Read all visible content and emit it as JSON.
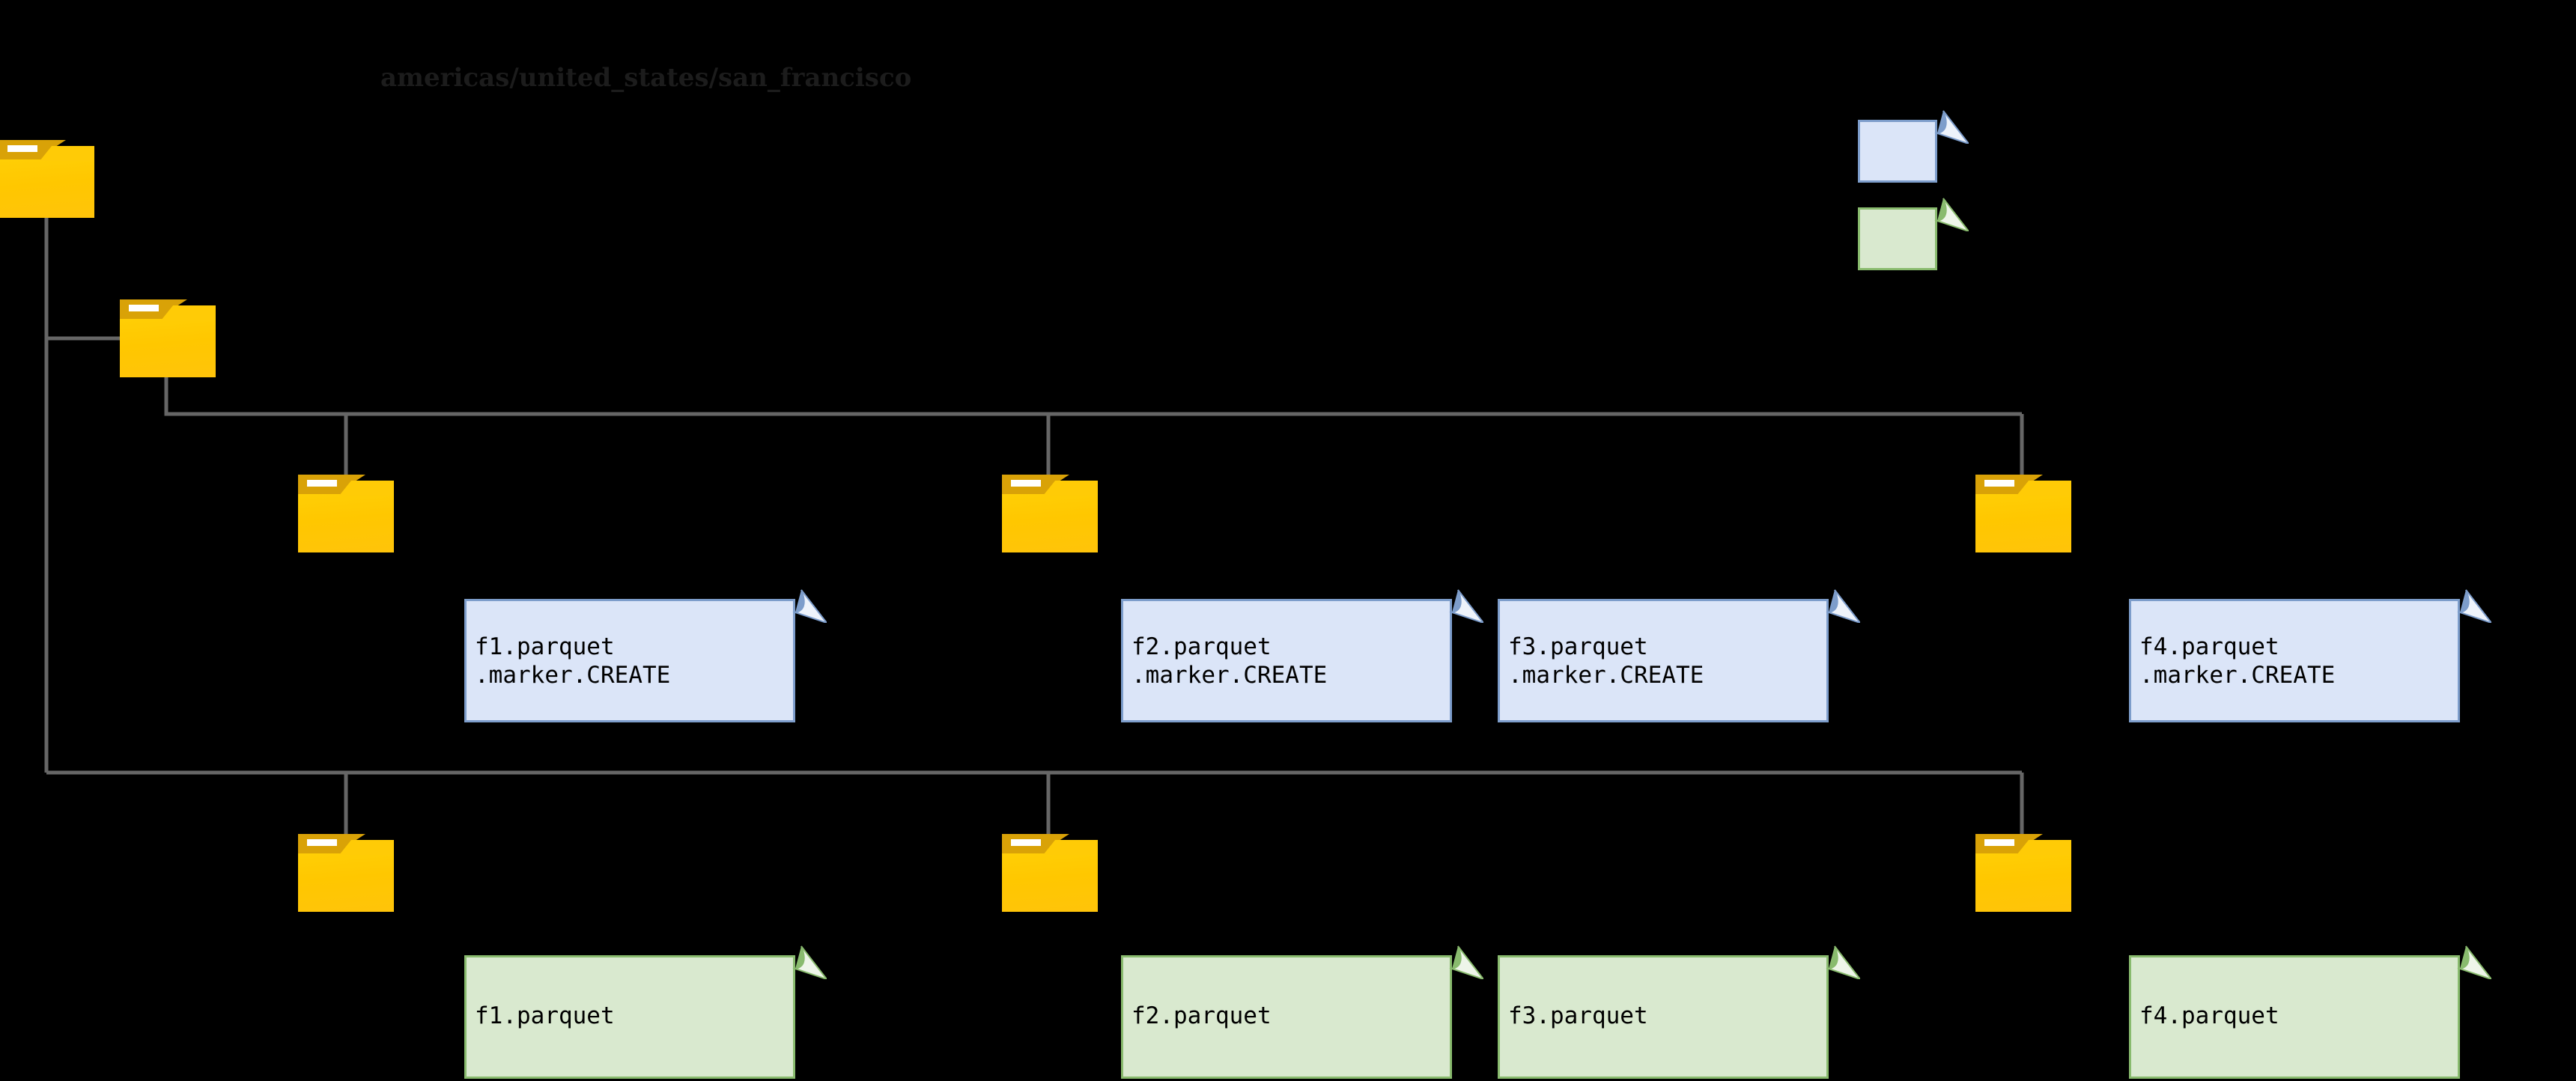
{
  "diagram": {
    "title": "americas/united_states/san_francisco",
    "type": "filesystem-tree",
    "background_color": "#000000",
    "line_color": "#666666"
  },
  "legend": {
    "items": [
      {
        "swatch_name": "marker-file-swatch",
        "fill": "#dbe5f8",
        "stroke": "#7d9dcb",
        "label": ""
      },
      {
        "swatch_name": "data-file-swatch",
        "fill": "#d9e9cf",
        "stroke": "#89bb6e",
        "label": ""
      }
    ]
  },
  "folders": [
    {
      "name": "root-folder",
      "level": 0
    },
    {
      "name": "child-folder",
      "level": 1
    },
    {
      "name": "marker-folder-1",
      "level": 2
    },
    {
      "name": "marker-folder-2",
      "level": 2
    },
    {
      "name": "marker-folder-3",
      "level": 2
    },
    {
      "name": "data-folder-1",
      "level": 2
    },
    {
      "name": "data-folder-2",
      "level": 2
    },
    {
      "name": "data-folder-3",
      "level": 2
    }
  ],
  "marker_files": [
    {
      "line1": "f1.parquet",
      "line2": ".marker.CREATE"
    },
    {
      "line1": "f2.parquet",
      "line2": ".marker.CREATE"
    },
    {
      "line1": "f3.parquet",
      "line2": ".marker.CREATE"
    },
    {
      "line1": "f4.parquet",
      "line2": ".marker.CREATE"
    }
  ],
  "data_files": [
    {
      "line1": "f1.parquet"
    },
    {
      "line1": "f2.parquet"
    },
    {
      "line1": "f3.parquet"
    },
    {
      "line1": "f4.parquet"
    }
  ]
}
